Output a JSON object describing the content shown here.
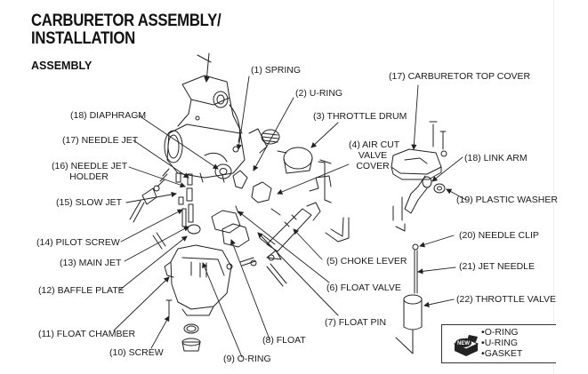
{
  "header": {
    "title_line1": "CARBURETOR ASSEMBLY/",
    "title_line2": "INSTALLATION",
    "subtitle": "ASSEMBLY"
  },
  "labels": {
    "p1": "(1) SPRING",
    "p2": "(2) U-RING",
    "p3": "(3) THROTTLE DRUM",
    "p4_l1": "(4) AIR CUT",
    "p4_l2": "VALVE",
    "p4_l3": "COVER",
    "p5": "(5) CHOKE LEVER",
    "p6": "(6) FLOAT VALVE",
    "p7": "(7) FLOAT PIN",
    "p8": "(8) FLOAT",
    "p9": "(9) O-RING",
    "p10": "(10) SCREW",
    "p11": "(11) FLOAT CHAMBER",
    "p12": "(12) BAFFLE PLATE",
    "p13": "(13) MAIN JET",
    "p14": "(14) PILOT SCREW",
    "p15": "(15) SLOW JET",
    "p16_l1": "(16) NEEDLE JET",
    "p16_l2": "HOLDER",
    "p17": "(17) NEEDLE JET",
    "p18": "(18) DIAPHRAGM",
    "p17b": "(17) CARBURETOR TOP COVER",
    "p18b": "(18) LINK ARM",
    "p19": "(19) PLASTIC WASHER",
    "p20": "(20) NEEDLE CLIP",
    "p21": "(21) JET NEEDLE",
    "p22": "(22) THROTTLE VALVE"
  },
  "legend": {
    "icon": "new-parts-icon",
    "icon_text": "NEW",
    "items": [
      "O-RING",
      "U-RING",
      "GASKET"
    ]
  }
}
